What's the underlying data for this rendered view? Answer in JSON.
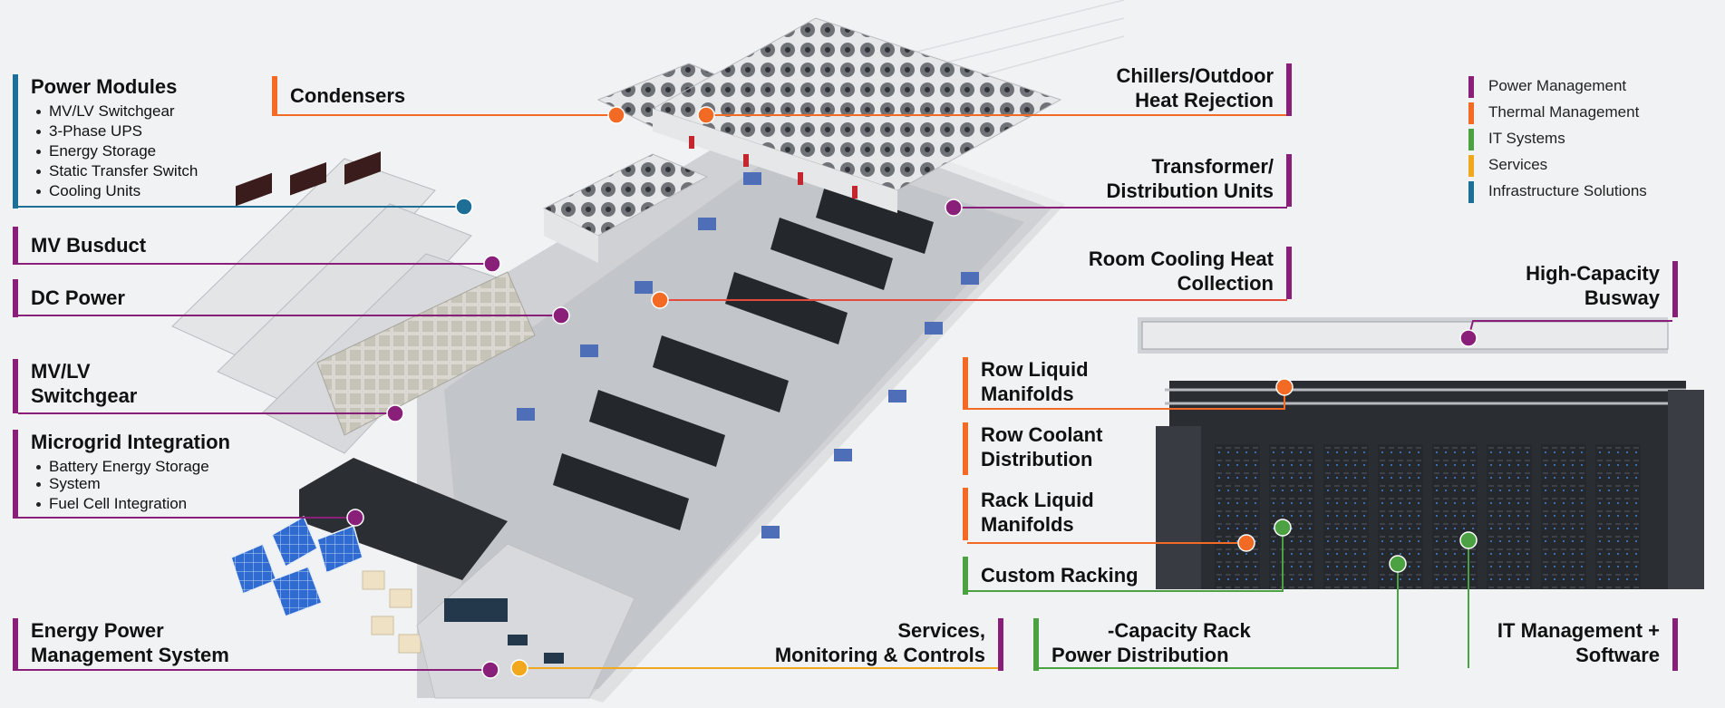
{
  "colors": {
    "power": "#8a1f7a",
    "thermal": "#f26a24",
    "it": "#4ca243",
    "services": "#f2a81d",
    "infrastructure": "#1d6f98"
  },
  "legend": [
    {
      "label": "Power Management",
      "color": "#8a1f7a"
    },
    {
      "label": "Thermal Management",
      "color": "#f26a24"
    },
    {
      "label": "IT Systems",
      "color": "#4ca243"
    },
    {
      "label": "Services",
      "color": "#f2a81d"
    },
    {
      "label": "Infrastructure Solutions",
      "color": "#1d6f98"
    }
  ],
  "callouts": {
    "power_modules": {
      "title": "Power Modules",
      "items": [
        "MV/LV Switchgear",
        "3-Phase UPS",
        "Energy Storage",
        "Static Transfer Switch",
        "Cooling Units"
      ]
    },
    "mv_busduct": {
      "title": "MV Busduct"
    },
    "dc_power": {
      "title": "DC Power"
    },
    "mv_lv_switchgear": {
      "line1": "MV/LV",
      "line2": "Switchgear"
    },
    "microgrid": {
      "title": "Microgrid Integration",
      "items": [
        "Battery Energy Storage",
        "System",
        "Fuel Cell Integration"
      ]
    },
    "energy_power": {
      "line1": "Energy Power",
      "line2": "Management System"
    },
    "condensers": {
      "title": "Condensers"
    },
    "chillers": {
      "line1": "Chillers/Outdoor",
      "line2": "Heat Rejection"
    },
    "transformer": {
      "line1": "Transformer/",
      "line2": "Distribution Units"
    },
    "room_cooling": {
      "line1": "Room Cooling Heat",
      "line2": "Collection"
    },
    "busway": {
      "line1": "High-Capacity",
      "line2": "Busway"
    },
    "row_liquid": {
      "line1": "Row Liquid",
      "line2": "Manifolds"
    },
    "row_coolant": {
      "line1": "Row Coolant",
      "line2": "Distribution"
    },
    "rack_liquid": {
      "line1": "Rack Liquid",
      "line2": "Manifolds"
    },
    "custom_racking": {
      "title": "Custom Racking"
    },
    "rack_power": {
      "line1": "-Capacity Rack",
      "line2": "Power Distribution"
    },
    "it_management": {
      "line1": "IT Management +",
      "line2": "Software"
    },
    "services": {
      "line1": "Services,",
      "line2": "Monitoring & Controls"
    }
  }
}
